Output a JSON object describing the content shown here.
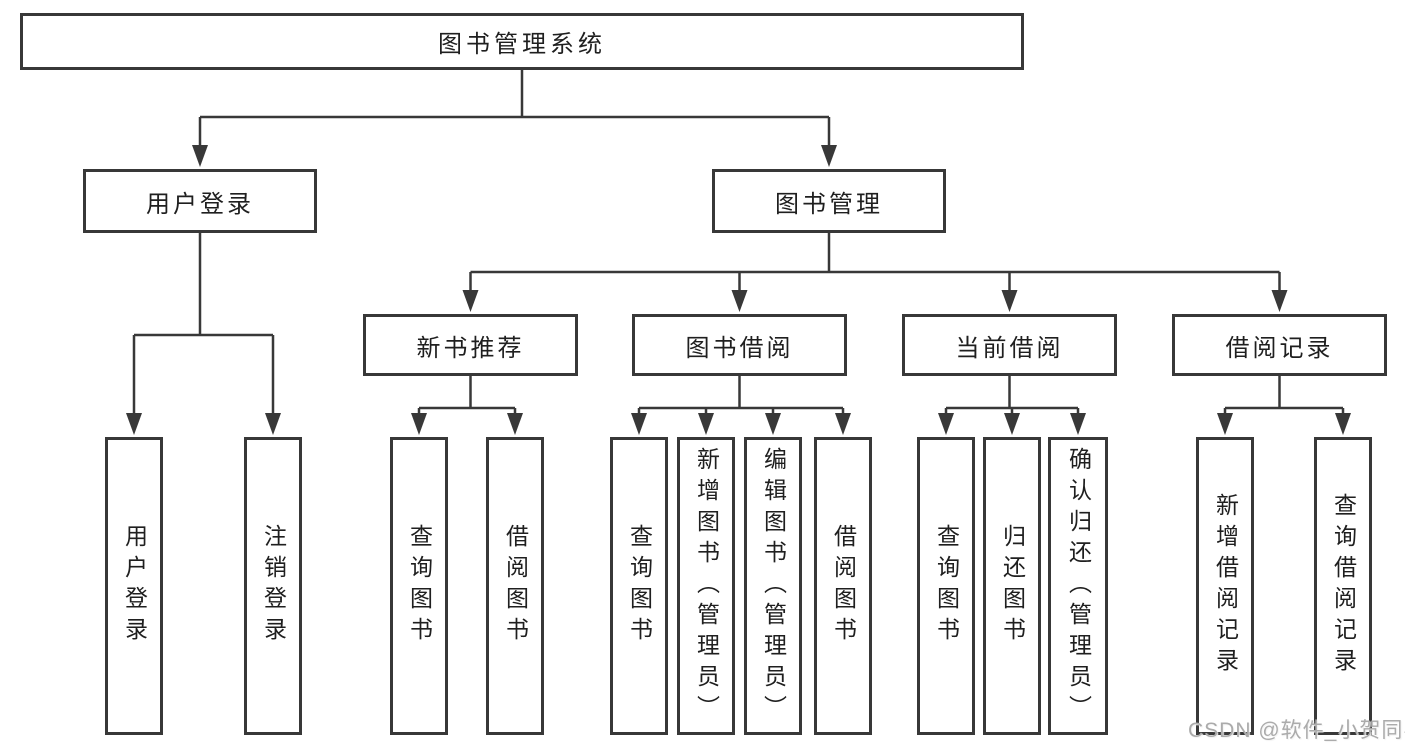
{
  "tree": {
    "root": "图书管理系统",
    "branches": [
      {
        "label": "用户登录",
        "leaves": [
          "用户登录",
          "注销登录"
        ]
      },
      {
        "label": "图书管理",
        "groups": [
          {
            "label": "新书推荐",
            "leaves": [
              "查询图书",
              "借阅图书"
            ]
          },
          {
            "label": "图书借阅",
            "leaves": [
              "查询图书",
              "新增图书（管理员）",
              "编辑图书（管理员）",
              "借阅图书"
            ]
          },
          {
            "label": "当前借阅",
            "leaves": [
              "查询图书",
              "归还图书",
              "确认归还（管理员）"
            ]
          },
          {
            "label": "借阅记录",
            "leaves": [
              "新增借阅记录",
              "查询借阅记录"
            ]
          }
        ]
      }
    ]
  },
  "watermark": "CSDN @软件_小贺同学",
  "colors": {
    "line": "#383838",
    "text": "#1f1f1f",
    "watermark": "#ababab",
    "background": "#ffffff"
  }
}
